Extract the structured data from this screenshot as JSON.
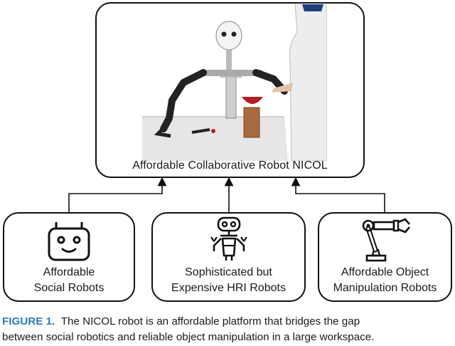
{
  "main": {
    "label": "Affordable Collaborative Robot NICOL"
  },
  "boxes": [
    {
      "line1": "Affordable",
      "line2": "Social Robots",
      "icon": "social-robot-icon"
    },
    {
      "line1": "Sophisticated but",
      "line2": "Expensive HRI Robots",
      "icon": "humanoid-robot-icon"
    },
    {
      "line1": "Affordable Object",
      "line2": "Manipulation Robots",
      "icon": "robot-arm-icon"
    }
  ],
  "caption": {
    "label": "FIGURE 1.",
    "text1": "The NICOL robot is an affordable platform that bridges the gap",
    "text2": "between social robotics and reliable object manipulation in a large workspace."
  },
  "colors": {
    "caption_accent": "#2a7ab8",
    "line": "#111111"
  }
}
